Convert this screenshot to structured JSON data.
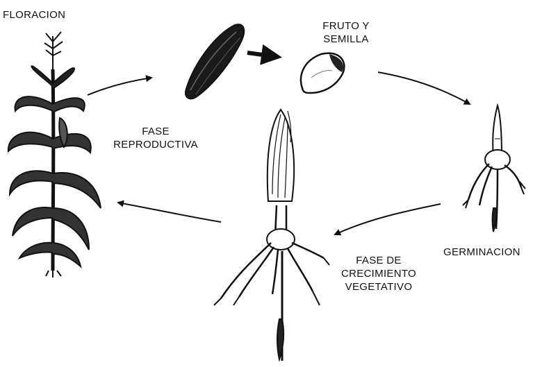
{
  "diagram": {
    "stages": {
      "flowering": "FLORACION",
      "fruit_seed_line1": "FRUTO Y",
      "fruit_seed_line2": "SEMILLA",
      "germination": "GERMINACION"
    },
    "phases": {
      "reproductive_line1": "FASE",
      "reproductive_line2": "REPRODUCTIVA",
      "vegetative_line1": "FASE DE",
      "vegetative_line2": "CRECIMIENTO",
      "vegetative_line3": "VEGETATIVO"
    },
    "colors": {
      "ink": "#111111",
      "paper": "#ffffff"
    }
  }
}
